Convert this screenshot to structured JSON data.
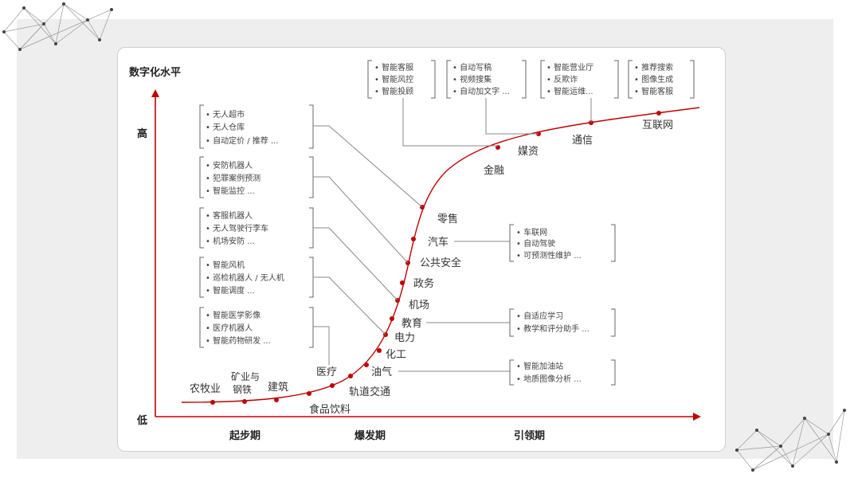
{
  "diagram": {
    "y_axis_title": "数字化水平",
    "y_high": "高",
    "y_low": "低",
    "phases": [
      "起步期",
      "爆发期",
      "引领期"
    ],
    "industries": [
      {
        "label": "农牧业"
      },
      {
        "label": "矿业与"
      },
      {
        "label": "钢铁"
      },
      {
        "label": "建筑"
      },
      {
        "label": "食品饮料"
      },
      {
        "label": "医疗"
      },
      {
        "label": "轨道交通"
      },
      {
        "label": "油气"
      },
      {
        "label": "化工"
      },
      {
        "label": "电力"
      },
      {
        "label": "教育"
      },
      {
        "label": "机场"
      },
      {
        "label": "政务"
      },
      {
        "label": "公共安全"
      },
      {
        "label": "汽车"
      },
      {
        "label": "零售"
      },
      {
        "label": "金融"
      },
      {
        "label": "媒资"
      },
      {
        "label": "通信"
      },
      {
        "label": "互联网"
      }
    ],
    "left_boxes": [
      {
        "items": [
          "无人超市",
          "无人仓库",
          "自动定价 / 推荐 ..."
        ]
      },
      {
        "items": [
          "安防机器人",
          "犯罪案例预测",
          "智能监控 ..."
        ]
      },
      {
        "items": [
          "客服机器人",
          "无人驾驶行李车",
          "机场安防 ..."
        ]
      },
      {
        "items": [
          "智能风机",
          "巡检机器人 / 无人机",
          "智能调度 ..."
        ]
      },
      {
        "items": [
          "智能医学影像",
          "医疗机器人",
          "智能药物研发 ..."
        ]
      }
    ],
    "top_boxes": [
      {
        "items": [
          "智能客服",
          "智能风控",
          "智能投顾"
        ]
      },
      {
        "items": [
          "自动写稿",
          "视频搜集",
          "自动加文字 ..."
        ]
      },
      {
        "items": [
          "智能营业厅",
          "反欺诈",
          "智能运维..."
        ]
      },
      {
        "items": [
          "推荐搜索",
          "图像生成",
          "智能客服"
        ]
      }
    ],
    "right_boxes": [
      {
        "items": [
          "车联网",
          "自动驾驶",
          "可预测性维护 ..."
        ]
      },
      {
        "items": [
          "自适应学习",
          "教学和评分助手 ..."
        ]
      },
      {
        "items": [
          "智能加油站",
          "地质图像分析 ..."
        ]
      }
    ],
    "colors": {
      "accent": "#c00000",
      "axis": "#c00000",
      "text": "#333333"
    }
  }
}
